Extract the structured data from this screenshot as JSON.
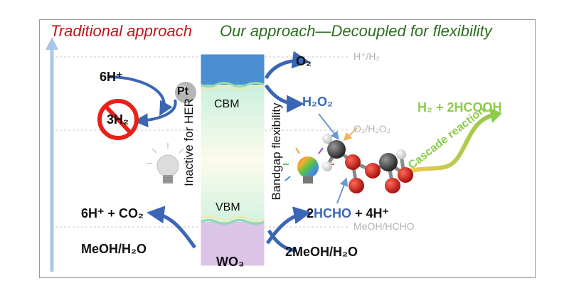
{
  "titles": {
    "traditional": "Traditional approach",
    "ours": "Our approach—Decoupled for flexibility"
  },
  "left": {
    "h_plus": "6H⁺",
    "pt": "Pt",
    "h2": "3H₂",
    "products": "6H⁺ + CO₂",
    "reactants": "MeOH/H₂O",
    "inactive_label": "Inactive for HER"
  },
  "center": {
    "cbm": "CBM",
    "vbm": "VBM",
    "material": "WO₃",
    "bandgap_label": "Bandgap flexibility"
  },
  "right": {
    "o2": "O₂",
    "h2o2": "H₂O₂",
    "hcho_prefix": "2",
    "hcho": "HCHO",
    "hcho_suffix": " + 4H⁺",
    "reactants": "2MeOH/H₂O",
    "cascade_product": "H₂ + 2HCOOH",
    "cascade_label": "Cascade reaction"
  },
  "potentials": {
    "h_h2": "H⁺/H₂",
    "o2_h2o2": "O₂/H₂O₂",
    "meoh_hcho": "MeOH/HCHO"
  },
  "colors": {
    "red": "#c0161b",
    "green": "#2a6f1e",
    "blue_arrow": "#3a66b5",
    "cbm_blue": "#4a8fd1",
    "vbm_purple": "#dcc3e8",
    "light_green": "#8ccc4a"
  }
}
